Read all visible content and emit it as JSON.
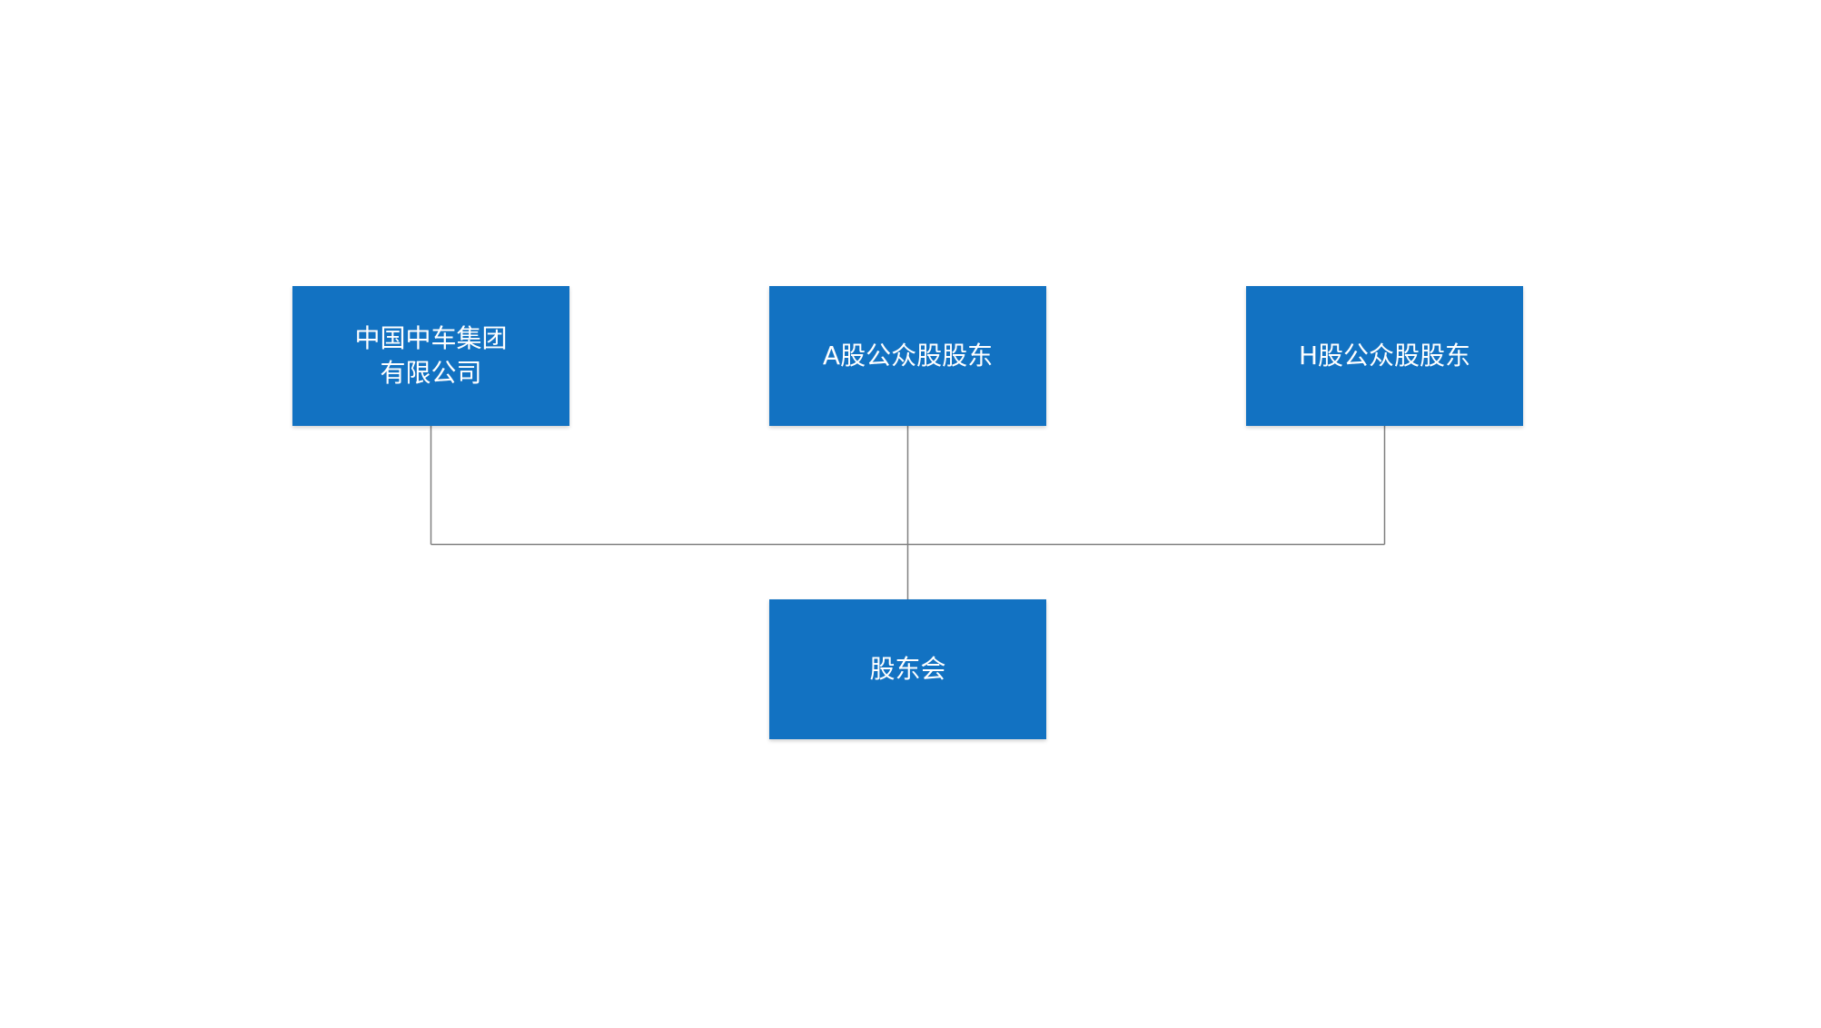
{
  "diagram": {
    "title": "shareholding-structure",
    "colors": {
      "box_fill": "#1272c2",
      "box_text": "#ffffff",
      "connector": "#808080",
      "background": "#ffffff"
    },
    "nodes": [
      {
        "id": "crrc-group",
        "label": "中国中车集团\n有限公司"
      },
      {
        "id": "a-share-public",
        "label": "A股公众股股东"
      },
      {
        "id": "h-share-public",
        "label": "H股公众股股东"
      },
      {
        "id": "shareholders-meeting",
        "label": "股东会"
      }
    ],
    "edges": [
      {
        "from": "crrc-group",
        "to": "shareholders-meeting"
      },
      {
        "from": "a-share-public",
        "to": "shareholders-meeting"
      },
      {
        "from": "h-share-public",
        "to": "shareholders-meeting"
      }
    ]
  }
}
